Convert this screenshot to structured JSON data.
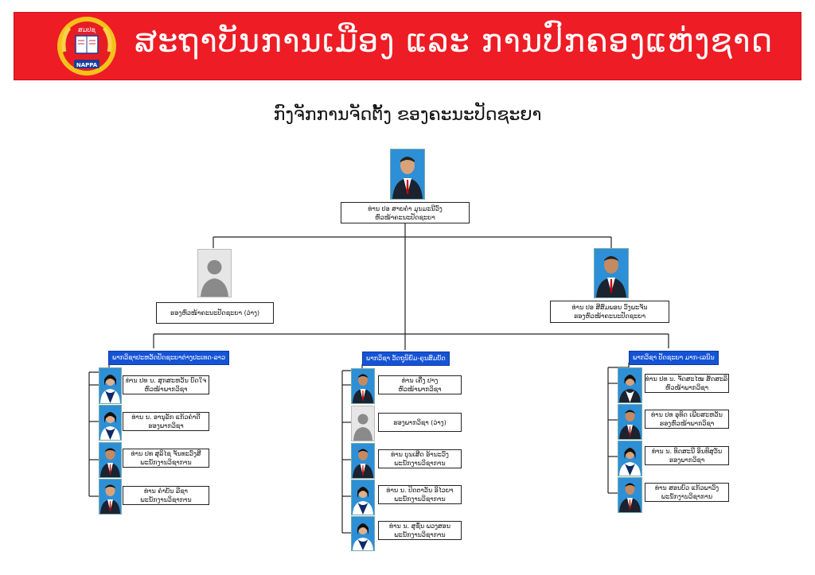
{
  "header": {
    "title": "ສະຖາບັນການເມືອງ ແລະ ການປົກຄອງແຫ່ງຊາດ",
    "logo_top_text": "ສມປຊ",
    "logo_bottom_text": "NAPPA",
    "colors": {
      "banner": "#ee1c25",
      "accent_blue": "#1553d6"
    }
  },
  "chart_title": "ກົງຈັກການຈັດຕັ້ງ ຂອງຄະນະປັດຊະຍາ",
  "head": {
    "name": "ທ່ານ ປອ ສາຍຄໍາ ມຸນມະນີວົງ",
    "role": "ຫົວໜ້າຄະນະປັດຊະຍາ"
  },
  "deputy_left": {
    "name": "",
    "role": "ຮອງຫົວໜ້າຄະນະປັດຊະຍາ (ວ່າງ)"
  },
  "deputy_right": {
    "name": "ທ່ານ ປອ ສີສົມພອນ ວົງພະຈັນ",
    "role": "ຮອງຫົວໜ້າຄະນະປັດຊະຍາ"
  },
  "departments": [
    {
      "label": "ພາກວິຊາປະຫວັດປັດຊະຍາຕ່າງປະເທດ-ລາວ",
      "members": [
        {
          "name": "ທ່ານ ປທ ນ. ສຸກສະຫວັນ ບົດໃຈ",
          "role": "ຫົວໜ້າພາກວິຊາ",
          "photo": "female"
        },
        {
          "name": "ທ່ານ ນ. ອານຸລັກ ແກ້ວຄໍາດີ",
          "role": "ຮອງພາກວິຊາ",
          "photo": "female"
        },
        {
          "name": "ທ່ານ ປທ ສຸລິໄຊ ຈັນທະວົງສີ",
          "role": "ພະນັກງານວິຊາການ",
          "photo": "male"
        },
        {
          "name": "ທ່ານ ຄໍາບັນ ລີຊາ",
          "role": "ພະນັກງານວິຊາການ",
          "photo": "male"
        }
      ]
    },
    {
      "label": "ພາກວິຊາ ວັດຖຸນິຍົມ-ຄຸນສົມບັດ",
      "members": [
        {
          "name": "ທ່ານ ເຄື່ງ ປາງ",
          "role": "ຫົວໜ້າພາກວິຊາ",
          "photo": "male"
        },
        {
          "name": "",
          "role": "ຮອງພາກວິຊາ (ວ່າງ)",
          "photo": "placeholder"
        },
        {
          "name": "ທ່ານ ບຸນເສີດ ອ້ານະວົງ",
          "role": "ພະນັກງານວິຊາການ",
          "photo": "male"
        },
        {
          "name": "ທ່ານ ນ. ປິດຕາວັນ ອິໄວຍາ",
          "role": "ພະນັກງານວິຊາການ",
          "photo": "female"
        },
        {
          "name": "ທ່ານ ນ. ສຸຊົ່ນ ພວງສອນ",
          "role": "ພະນັກງານວິຊາການ",
          "photo": "female"
        }
      ]
    },
    {
      "label": "ພາກວິຊາ ປັດຊະຍາ ມາກ-ເລນິນ",
      "members": [
        {
          "name": "ທ່ານ ປທ ນ. ຈັດສະໄໝ ສັດສະລິດ",
          "role": "ຫົວໜ້າພາກວິຊາ",
          "photo": "female"
        },
        {
          "name": "ທ່ານ ປທ ອຸທິດ ເພີຍສະຫວັນ",
          "role": "ຮອງຫົວໜ້າພາກວິຊາ",
          "photo": "male"
        },
        {
          "name": "ທ່ານ ນ. ທິດສະນີ ອິນທິສຸວັນ",
          "role": "ຮອງພາກວິຊາ",
          "photo": "female"
        },
        {
          "name": "ທ່ານ ສອນບົວ ແກ້ວພາວົງ",
          "role": "ພະນັກງານວິຊາການ",
          "photo": "male"
        }
      ]
    }
  ]
}
